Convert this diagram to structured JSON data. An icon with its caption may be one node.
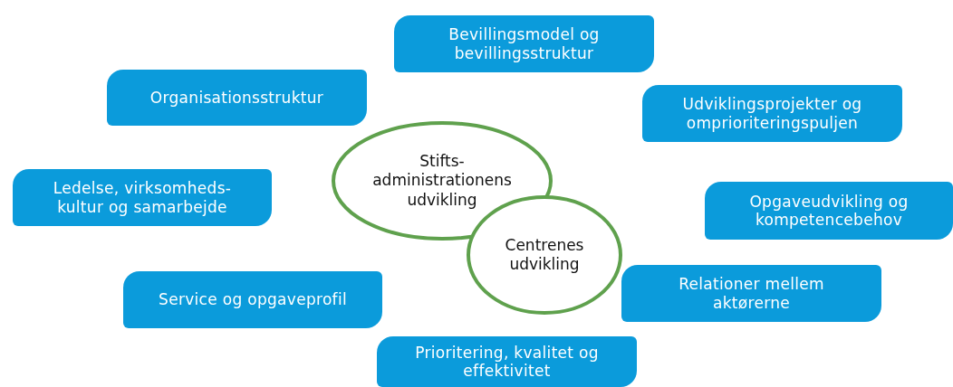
{
  "diagram": {
    "nodes": [
      {
        "text": [
          "Stifts-administrationens udvikling"
        ]
      },
      {
        "text": [
          "Centrenes udvikling"
        ]
      },
      {
        "text": [
          "Bevillingsmodel og bevillingsstruktur"
        ]
      },
      {
        "text": [
          "Organisationsstruktur"
        ]
      },
      {
        "text": [
          "Udviklingsprojekter og omprioriteringspuljen"
        ]
      },
      {
        "text": [
          "Ledelse, virksomheds-kultur og samarbejde"
        ]
      },
      {
        "text": [
          "Opgaveudvikling og kompetencebehov"
        ]
      },
      {
        "text": [
          "Service og opgaveprofil"
        ]
      },
      {
        "text": [
          "Relationer mellem aktørerne"
        ]
      },
      {
        "text": [
          "Prioritering, kvalitet og effektivitet"
        ]
      }
    ]
  }
}
